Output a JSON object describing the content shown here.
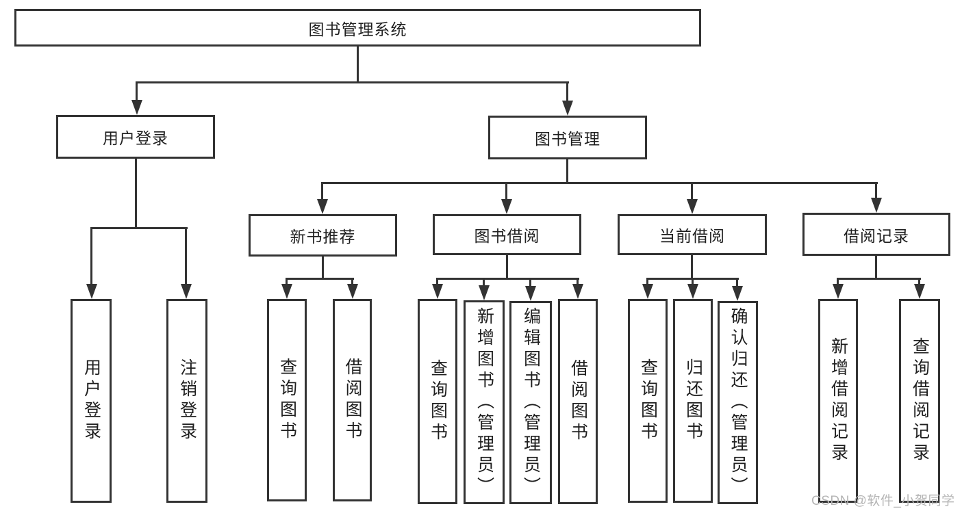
{
  "diagram": {
    "root": {
      "label": "图书管理系统"
    },
    "branches": [
      {
        "label": "用户登录",
        "children": [
          {
            "label": "用户登录"
          },
          {
            "label": "注销登录"
          }
        ]
      },
      {
        "label": "图书管理",
        "children": [
          {
            "label": "新书推荐",
            "children": [
              {
                "label": "查询图书"
              },
              {
                "label": "借阅图书"
              }
            ]
          },
          {
            "label": "图书借阅",
            "children": [
              {
                "label": "查询图书"
              },
              {
                "label": "新增图书（管理员）"
              },
              {
                "label": "编辑图书（管理员）"
              },
              {
                "label": "借阅图书"
              }
            ]
          },
          {
            "label": "当前借阅",
            "children": [
              {
                "label": "查询图书"
              },
              {
                "label": "归还图书"
              },
              {
                "label": "确认归还（管理员）"
              }
            ]
          },
          {
            "label": "借阅记录",
            "children": [
              {
                "label": "新增借阅记录"
              },
              {
                "label": "查询借阅记录"
              }
            ]
          }
        ]
      }
    ]
  },
  "watermark": {
    "text": "CSDN @软件_小贺同学",
    "color": "#b5b5b5"
  },
  "colors": {
    "line": "#333333",
    "text": "#1f1f1f",
    "background": "#ffffff"
  }
}
